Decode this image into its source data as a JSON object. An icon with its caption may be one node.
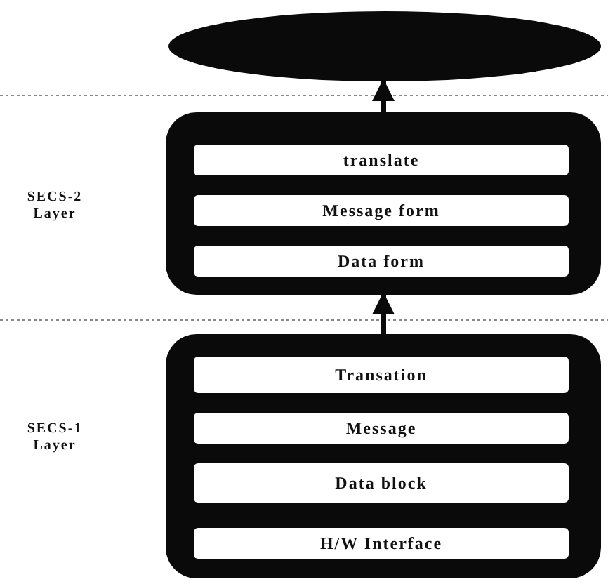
{
  "diagram": {
    "nodes": [
      {
        "text": [],
        "shape": "ellipse"
      },
      {
        "text": [],
        "shape": "box"
      },
      {
        "text": [
          "translate"
        ],
        "in": 1
      },
      {
        "text": [
          "Message form"
        ],
        "in": 1
      },
      {
        "text": [
          "Data form"
        ],
        "in": 1
      },
      {
        "text": [],
        "shape": "box"
      },
      {
        "text": [
          "Transation"
        ],
        "in": 5
      },
      {
        "text": [
          "Message"
        ],
        "in": 5
      },
      {
        "text": [
          "Data block"
        ],
        "in": 5
      },
      {
        "text": [
          "H/W Interface"
        ],
        "in": 5
      }
    ],
    "edges": [
      {
        "from": 1,
        "to": 0,
        "arrow": "to"
      },
      {
        "from": 5,
        "to": 1,
        "arrow": "to"
      }
    ],
    "labels": [
      "SECS-2 Layer",
      "SECS-1 Layer"
    ]
  }
}
